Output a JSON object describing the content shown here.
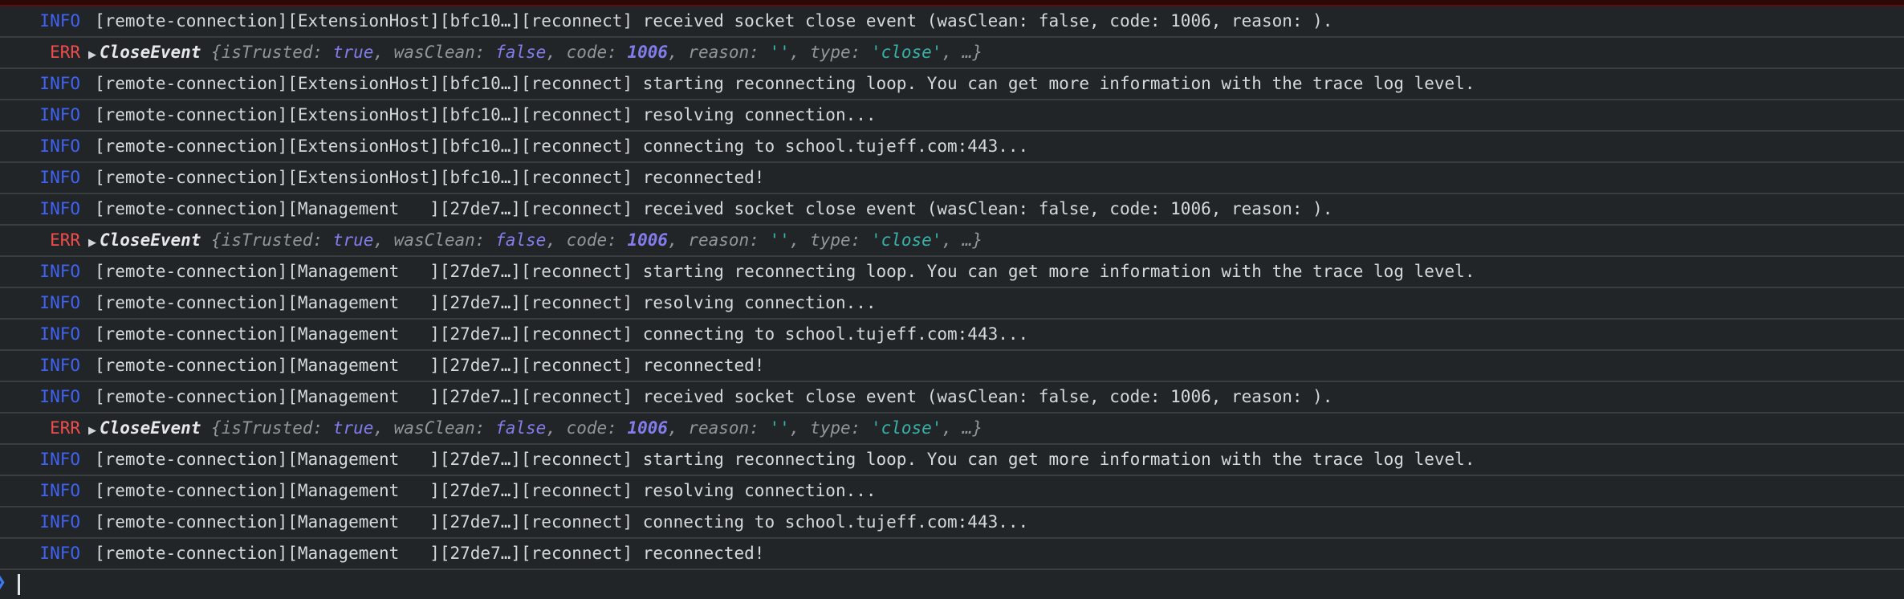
{
  "theme": {
    "bg": "#222528",
    "sep": "#3b3e41",
    "text": "#d5d8dc",
    "info": "#3f63f5",
    "err": "#ef4e4d",
    "muted": "#91969b",
    "value": "#837deb",
    "string": "#38b2a8",
    "objname": "#e6e8ea",
    "strip_bg": "#2e0707",
    "strip_border": "#571010",
    "chevron": "#3c7bf2",
    "caret": "#dfe2e5"
  },
  "console": {
    "close_event_preview": {
      "twisty": "▶",
      "segments": [
        {
          "t": "CloseEvent ",
          "c": "objname"
        },
        {
          "t": "{isTrusted: ",
          "c": "muted"
        },
        {
          "t": "true",
          "c": "value"
        },
        {
          "t": ", wasClean: ",
          "c": "muted"
        },
        {
          "t": "false",
          "c": "value"
        },
        {
          "t": ", code: ",
          "c": "muted"
        },
        {
          "t": "1006",
          "c": "value-bold"
        },
        {
          "t": ", reason: ",
          "c": "muted"
        },
        {
          "t": "''",
          "c": "string"
        },
        {
          "t": ", type: ",
          "c": "muted"
        },
        {
          "t": "'close'",
          "c": "string"
        },
        {
          "t": ", …}",
          "c": "muted"
        }
      ]
    },
    "rows": [
      {
        "level": "INFO",
        "kind": "log",
        "message": "[remote-connection][ExtensionHost][bfc10…][reconnect] received socket close event (wasClean: false, code: 1006, reason: )."
      },
      {
        "level": "ERR",
        "kind": "error-object"
      },
      {
        "level": "INFO",
        "kind": "log",
        "message": "[remote-connection][ExtensionHost][bfc10…][reconnect] starting reconnecting loop. You can get more information with the trace log level."
      },
      {
        "level": "INFO",
        "kind": "log",
        "message": "[remote-connection][ExtensionHost][bfc10…][reconnect] resolving connection..."
      },
      {
        "level": "INFO",
        "kind": "log",
        "message": "[remote-connection][ExtensionHost][bfc10…][reconnect] connecting to school.tujeff.com:443..."
      },
      {
        "level": "INFO",
        "kind": "log",
        "message": "[remote-connection][ExtensionHost][bfc10…][reconnect] reconnected!"
      },
      {
        "level": "INFO",
        "kind": "log",
        "message": "[remote-connection][Management   ][27de7…][reconnect] received socket close event (wasClean: false, code: 1006, reason: )."
      },
      {
        "level": "ERR",
        "kind": "error-object"
      },
      {
        "level": "INFO",
        "kind": "log",
        "message": "[remote-connection][Management   ][27de7…][reconnect] starting reconnecting loop. You can get more information with the trace log level."
      },
      {
        "level": "INFO",
        "kind": "log",
        "message": "[remote-connection][Management   ][27de7…][reconnect] resolving connection..."
      },
      {
        "level": "INFO",
        "kind": "log",
        "message": "[remote-connection][Management   ][27de7…][reconnect] connecting to school.tujeff.com:443..."
      },
      {
        "level": "INFO",
        "kind": "log",
        "message": "[remote-connection][Management   ][27de7…][reconnect] reconnected!"
      },
      {
        "level": "INFO",
        "kind": "log",
        "message": "[remote-connection][Management   ][27de7…][reconnect] received socket close event (wasClean: false, code: 1006, reason: )."
      },
      {
        "level": "ERR",
        "kind": "error-object"
      },
      {
        "level": "INFO",
        "kind": "log",
        "message": "[remote-connection][Management   ][27de7…][reconnect] starting reconnecting loop. You can get more information with the trace log level."
      },
      {
        "level": "INFO",
        "kind": "log",
        "message": "[remote-connection][Management   ][27de7…][reconnect] resolving connection..."
      },
      {
        "level": "INFO",
        "kind": "log",
        "message": "[remote-connection][Management   ][27de7…][reconnect] connecting to school.tujeff.com:443..."
      },
      {
        "level": "INFO",
        "kind": "log",
        "message": "[remote-connection][Management   ][27de7…][reconnect] reconnected!"
      }
    ],
    "prompt": {
      "chevron": "❯"
    }
  }
}
